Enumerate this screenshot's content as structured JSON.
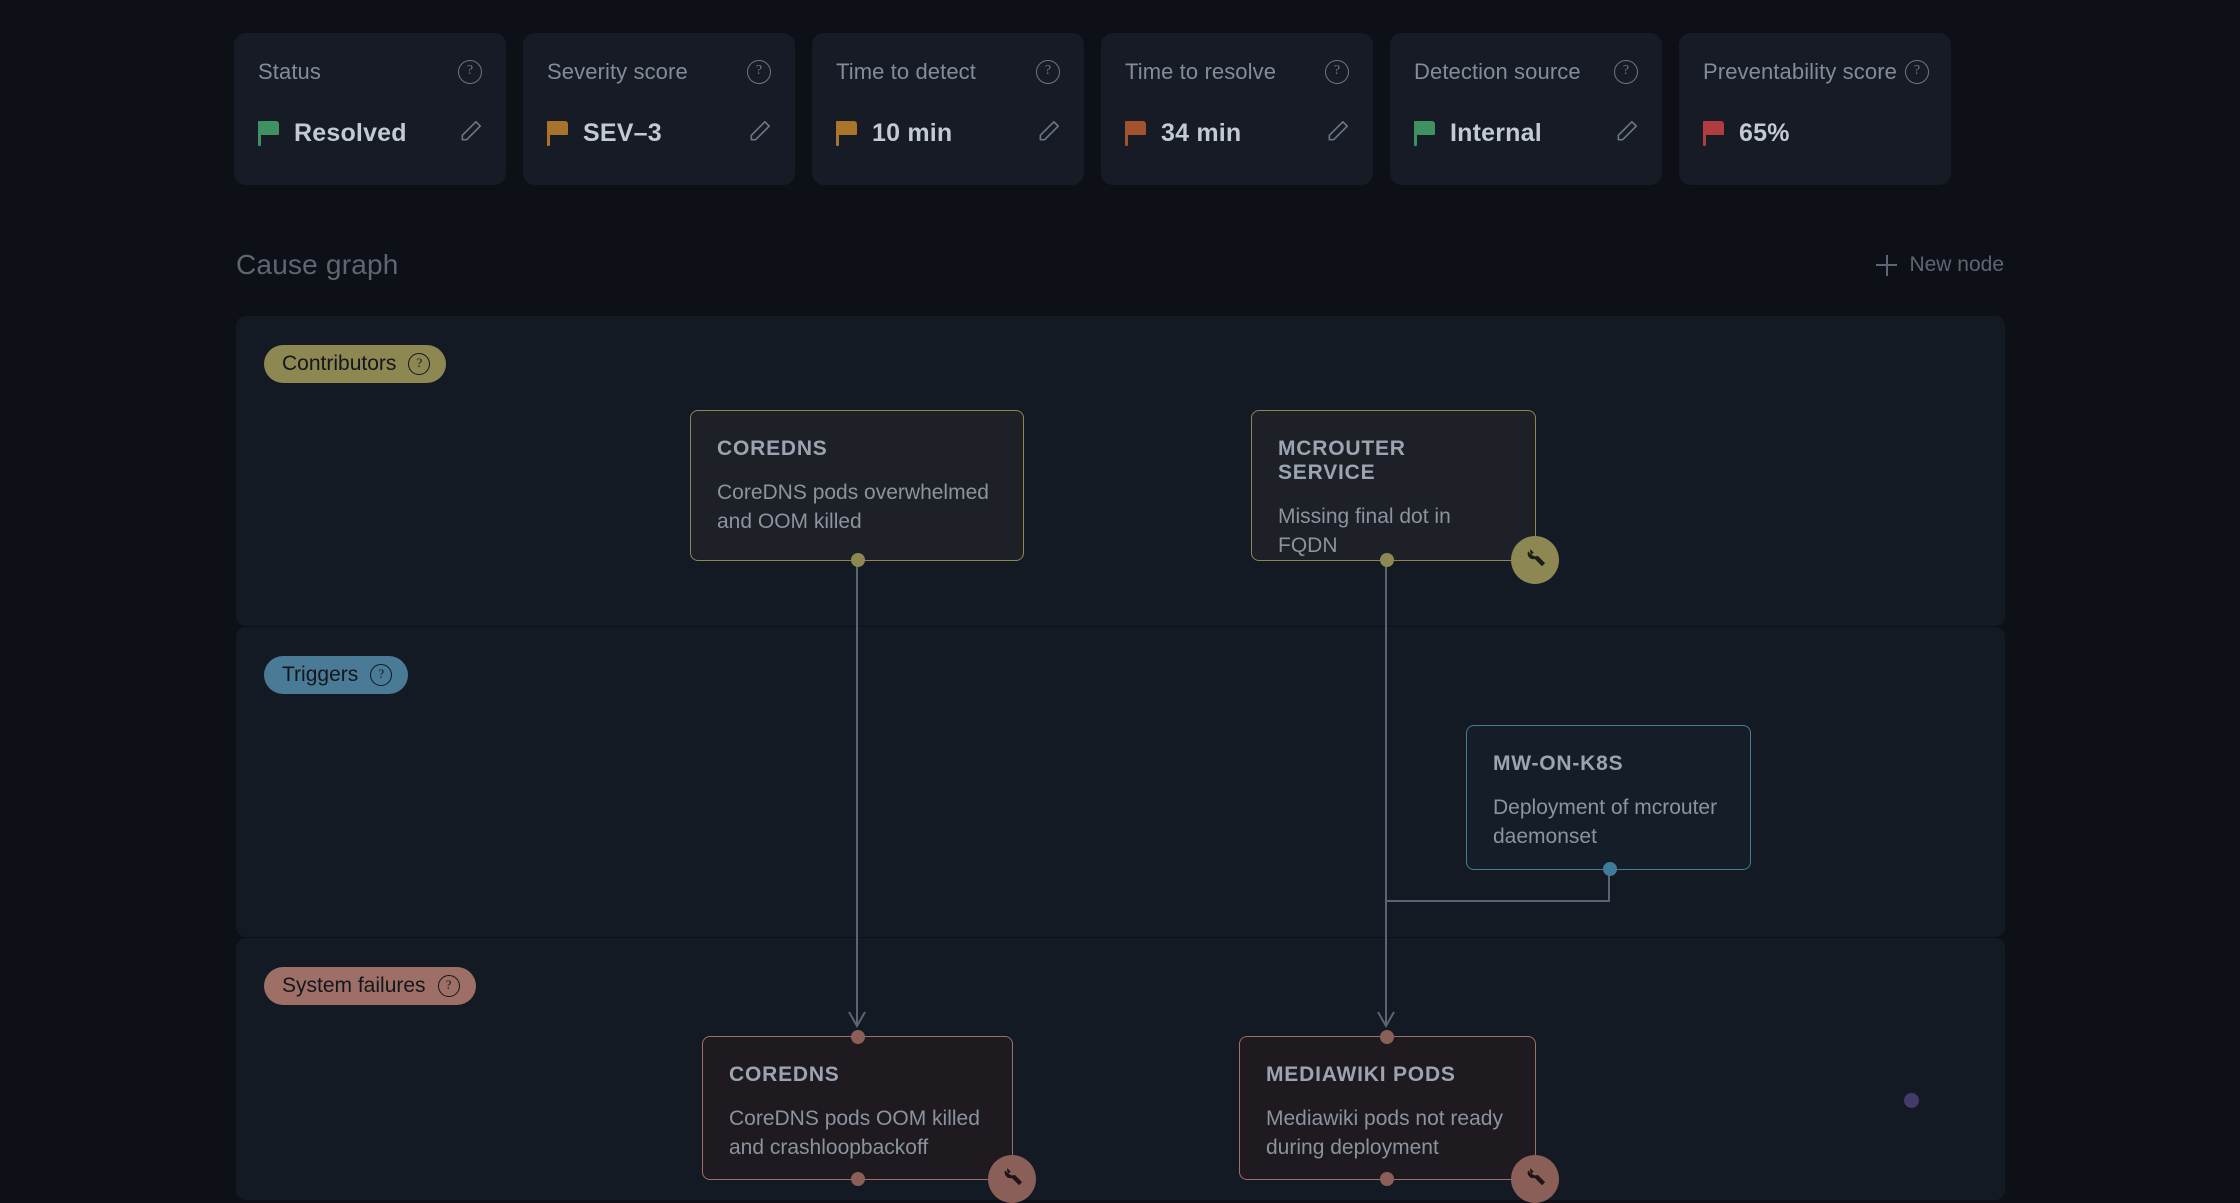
{
  "metrics": [
    {
      "label": "Status",
      "help_icon": "help-circle-icon",
      "flag_icon": "flag-icon",
      "flag_color": "#3f9163",
      "value": "Resolved",
      "editable": true,
      "edit_icon": "pencil-icon"
    },
    {
      "label": "Severity score",
      "help_icon": "help-circle-icon",
      "flag_icon": "flag-icon",
      "flag_color": "#a8732a",
      "value": "SEV–3",
      "editable": true,
      "edit_icon": "pencil-icon"
    },
    {
      "label": "Time to detect",
      "help_icon": "help-circle-icon",
      "flag_icon": "flag-icon",
      "flag_color": "#a8752a",
      "value": "10 min",
      "editable": true,
      "edit_icon": "pencil-icon"
    },
    {
      "label": "Time to resolve",
      "help_icon": "help-circle-icon",
      "flag_icon": "flag-icon",
      "flag_color": "#a2522f",
      "value": "34 min",
      "editable": true,
      "edit_icon": "pencil-icon"
    },
    {
      "label": "Detection source",
      "help_icon": "help-circle-icon",
      "flag_icon": "flag-icon",
      "flag_color": "#3f9163",
      "value": "Internal",
      "editable": true,
      "edit_icon": "pencil-icon"
    },
    {
      "label": "Preventability score",
      "help_icon": "help-circle-icon",
      "flag_icon": "flag-icon",
      "flag_color": "#b03e3e",
      "value": "65%",
      "editable": false,
      "edit_icon": ""
    }
  ],
  "section": {
    "title": "Cause graph",
    "new_node_label": "New node",
    "new_node_icon": "plus-icon"
  },
  "lanes": [
    {
      "id": "contributors",
      "badge": "Contributors",
      "help_icon": "help-circle-icon",
      "color": "#8d8752"
    },
    {
      "id": "triggers",
      "badge": "Triggers",
      "help_icon": "help-circle-icon",
      "color": "#497b96"
    },
    {
      "id": "failures",
      "badge": "System failures",
      "help_icon": "help-circle-icon",
      "color": "#9d6f66"
    }
  ],
  "nodes": [
    {
      "id": "coredns-contrib",
      "lane": "contributors",
      "title": "COREDNS",
      "desc": "CoreDNS pods overwhelmed and OOM killed",
      "has_wrench": false,
      "wrench_icon": ""
    },
    {
      "id": "mcrouter",
      "lane": "contributors",
      "title": "MCROUTER SERVICE",
      "desc": "Missing final dot in FQDN",
      "has_wrench": true,
      "wrench_icon": "wrench-icon"
    },
    {
      "id": "mw-on-k8s",
      "lane": "triggers",
      "title": "MW-ON-K8S",
      "desc": "Deployment of mcrouter daemonset",
      "has_wrench": false,
      "wrench_icon": ""
    },
    {
      "id": "coredns-failure",
      "lane": "failures",
      "title": "COREDNS",
      "desc": "CoreDNS pods OOM killed and crashloopbackoff",
      "has_wrench": true,
      "wrench_icon": "wrench-icon"
    },
    {
      "id": "mediawiki-pods",
      "lane": "failures",
      "title": "MEDIAWIKI PODS",
      "desc": "Mediawiki pods not ready during deployment",
      "has_wrench": true,
      "wrench_icon": "wrench-icon"
    }
  ],
  "colors": {
    "background": "#0d1117",
    "card": "#161b26",
    "lane": "#141a24",
    "contributors": "#8d8752",
    "triggers": "#497b96",
    "failures": "#9d6f66",
    "edge": "#5a6472",
    "cursor": "#453a6e"
  }
}
